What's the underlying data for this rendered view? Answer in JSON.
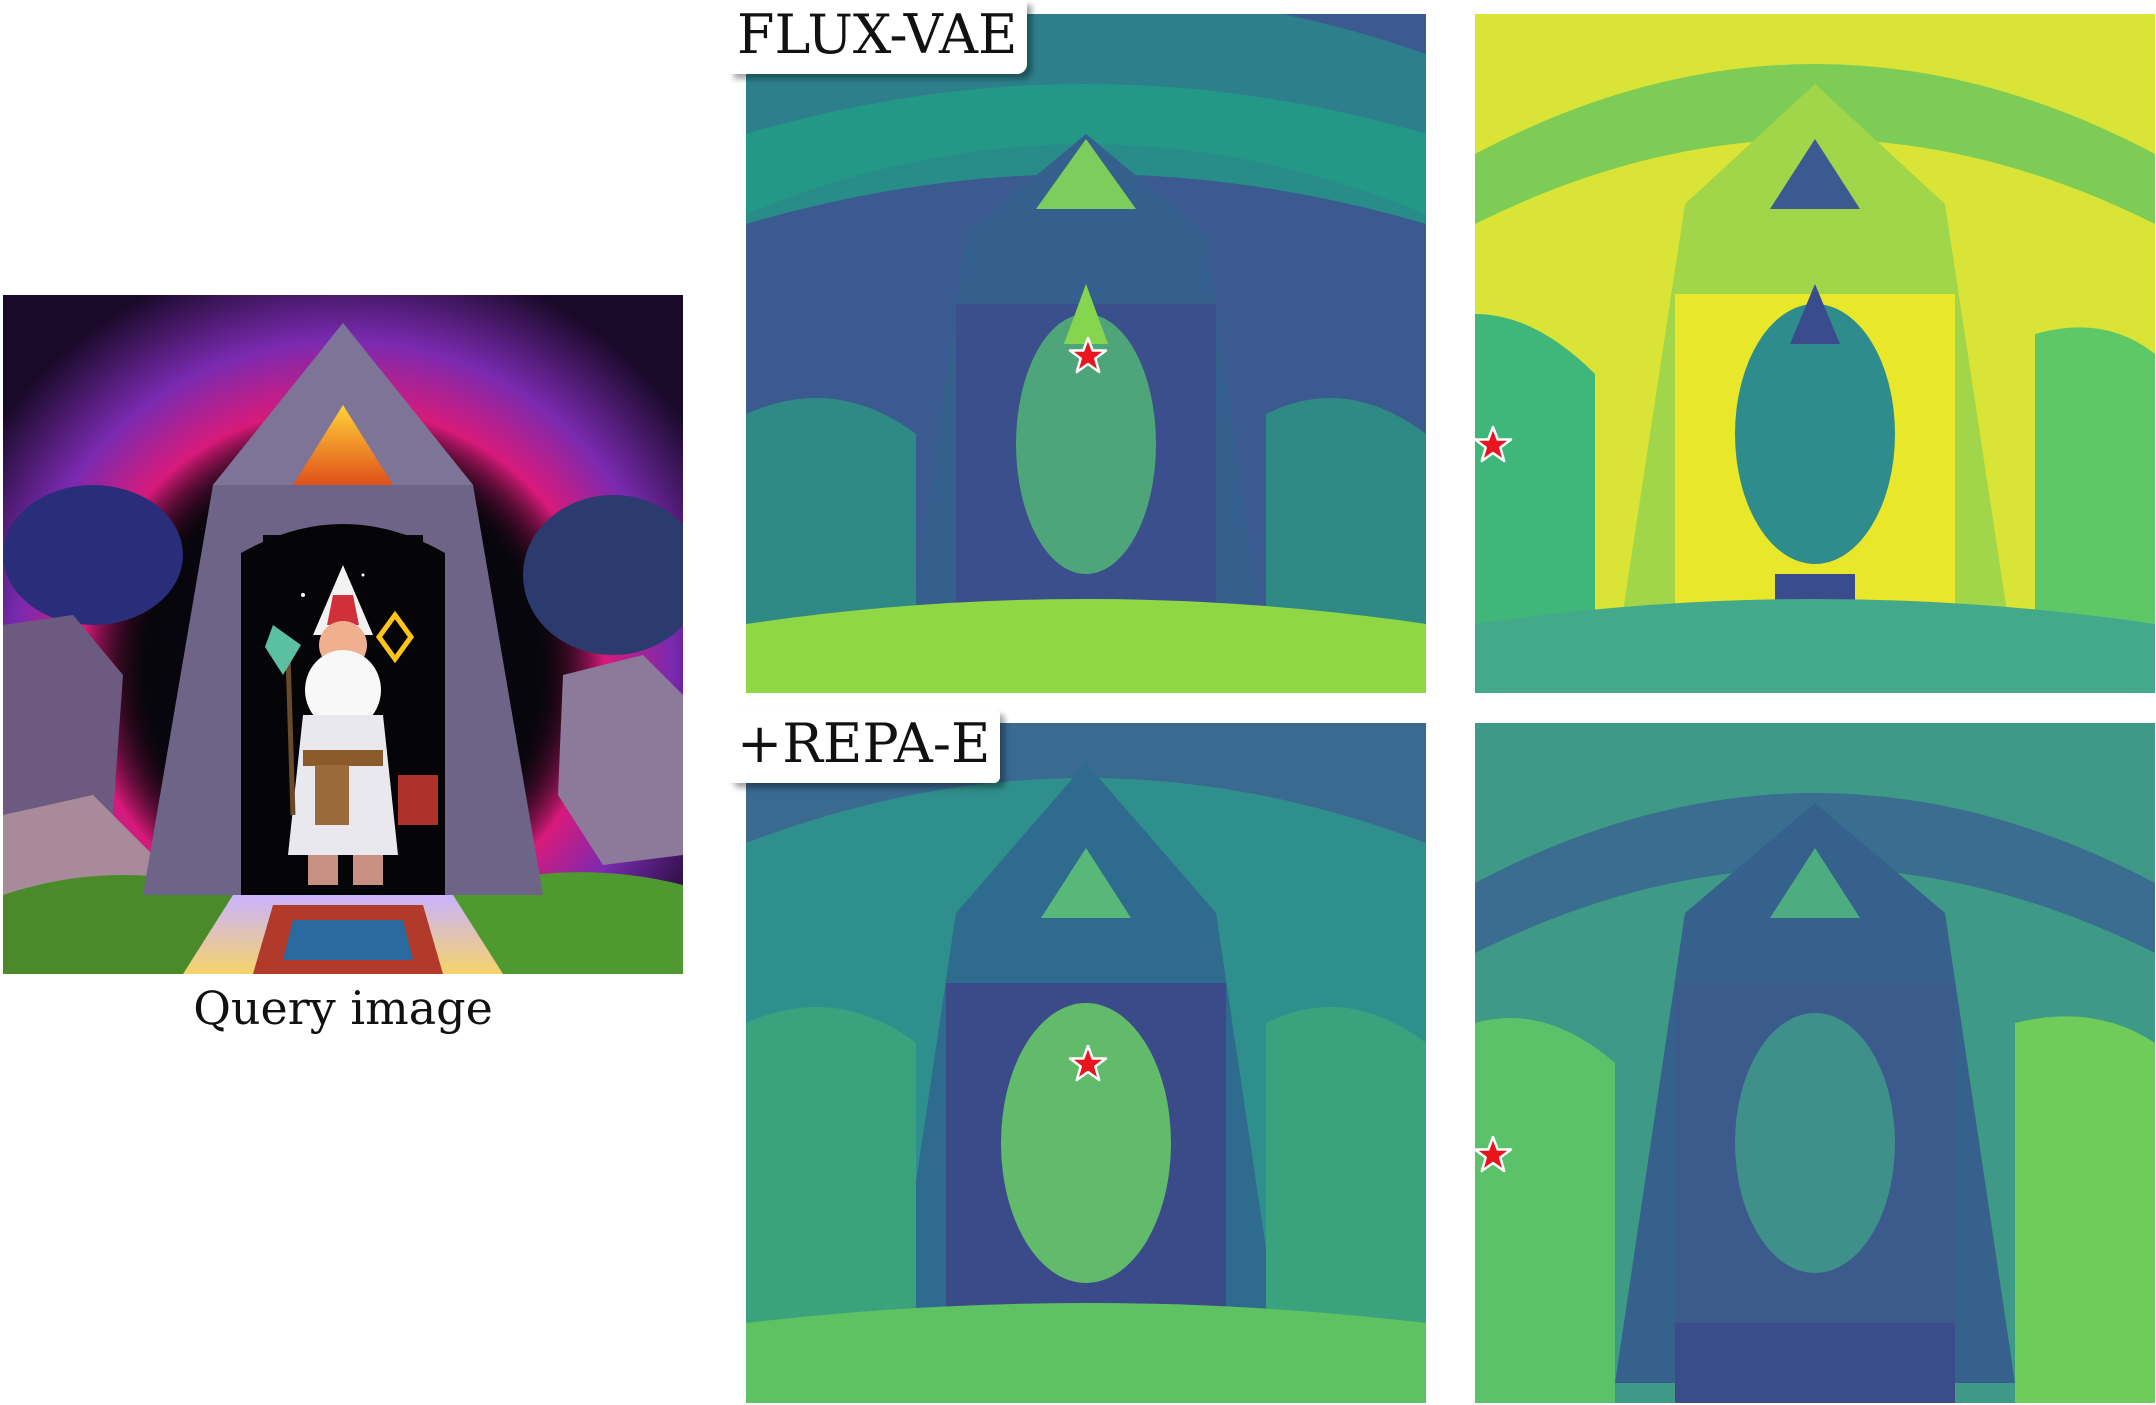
{
  "figure": {
    "query_caption": "Query image",
    "rows": [
      {
        "label": "FLUX-VAE"
      },
      {
        "label": "+REPA-E"
      }
    ],
    "icons": {
      "query_marker": "red-star-icon"
    },
    "colors": {
      "colormap": "viridis",
      "marker_fill": "#e8141e",
      "marker_stroke": "#ffffff"
    }
  }
}
